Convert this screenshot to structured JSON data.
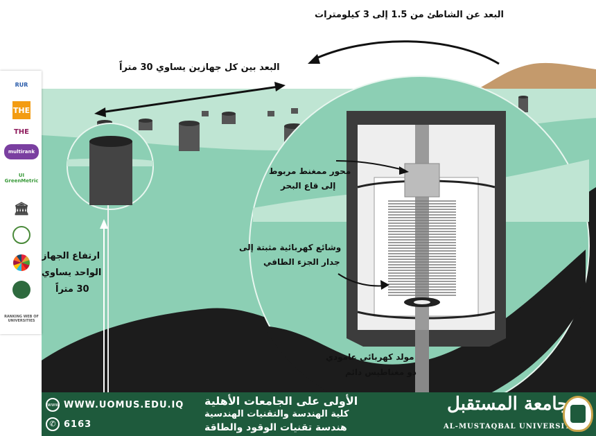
{
  "labels": {
    "distance_shore": "البعد عن الشاطئ من 1.5 إلى 3 كيلومترات",
    "distance_between": "البعد بين كل جهازين يساوي 30 متراً",
    "shaft_line1": "محور ممغنط مربوط",
    "shaft_line2": "إلى قاع البحر",
    "coils_line1": "وشائع كهربائية مثبتة إلى",
    "coils_line2": "جدار الجزء الطافي",
    "height_line1": "ارتفاع الجهاز",
    "height_line2": "الواحد يساوي",
    "height_line3": "30 متراً",
    "generator_line1": "مولد كهربائي عامودي",
    "generator_line2": "ذو مغناطيس دائم"
  },
  "sidebar": {
    "logos": [
      {
        "name": "rur-logo",
        "text": "RUR"
      },
      {
        "name": "the-logo",
        "text": "THE"
      },
      {
        "name": "the-impact-logo",
        "text": "THE"
      },
      {
        "name": "multirank-logo",
        "text": "multirank"
      },
      {
        "name": "ui-greenmetric-logo",
        "text": "UI GreenMetric"
      },
      {
        "name": "ministry-logo",
        "text": ""
      },
      {
        "name": "arab-ranking-logo",
        "text": ""
      },
      {
        "name": "sdg-logo",
        "text": ""
      },
      {
        "name": "arab-engineers-logo",
        "text": ""
      },
      {
        "name": "webometrics-logo",
        "text": "RANKING WEB OF UNIVERSITIES"
      }
    ]
  },
  "footer": {
    "website": "WWW.UOMUS.EDU.IQ",
    "phone": "6163",
    "line1": "الأولى على الجامعات الأهلية",
    "line2": "كلية الهندسة والتقنيات الهندسية",
    "line3": "هندسة تقنيات الوقود والطاقة",
    "university_ar": "جامعة المستقبل",
    "university_en": "AL-MUSTAQBAL UNIVERSITY"
  },
  "colors": {
    "sea": "#8ccfb4",
    "sea_light": "#c5e8d8",
    "seabed": "#1c1c1c",
    "device": "#444444",
    "footer_bg": "#1e5a3c",
    "shore": "#c49a6c"
  }
}
